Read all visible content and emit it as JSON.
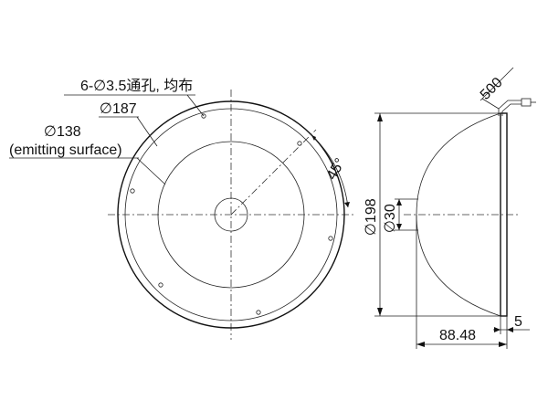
{
  "front_view": {
    "label_holes": "6-∅3.5通孔, 均布",
    "label_d187": "∅187",
    "label_d138": "∅138",
    "label_emitting": "(emitting surface)",
    "label_angle": "45°"
  },
  "side_view": {
    "label_cable": "500",
    "label_d198": "∅198",
    "label_d30": "∅30",
    "label_thickness": "5",
    "label_depth": "88.48"
  }
}
